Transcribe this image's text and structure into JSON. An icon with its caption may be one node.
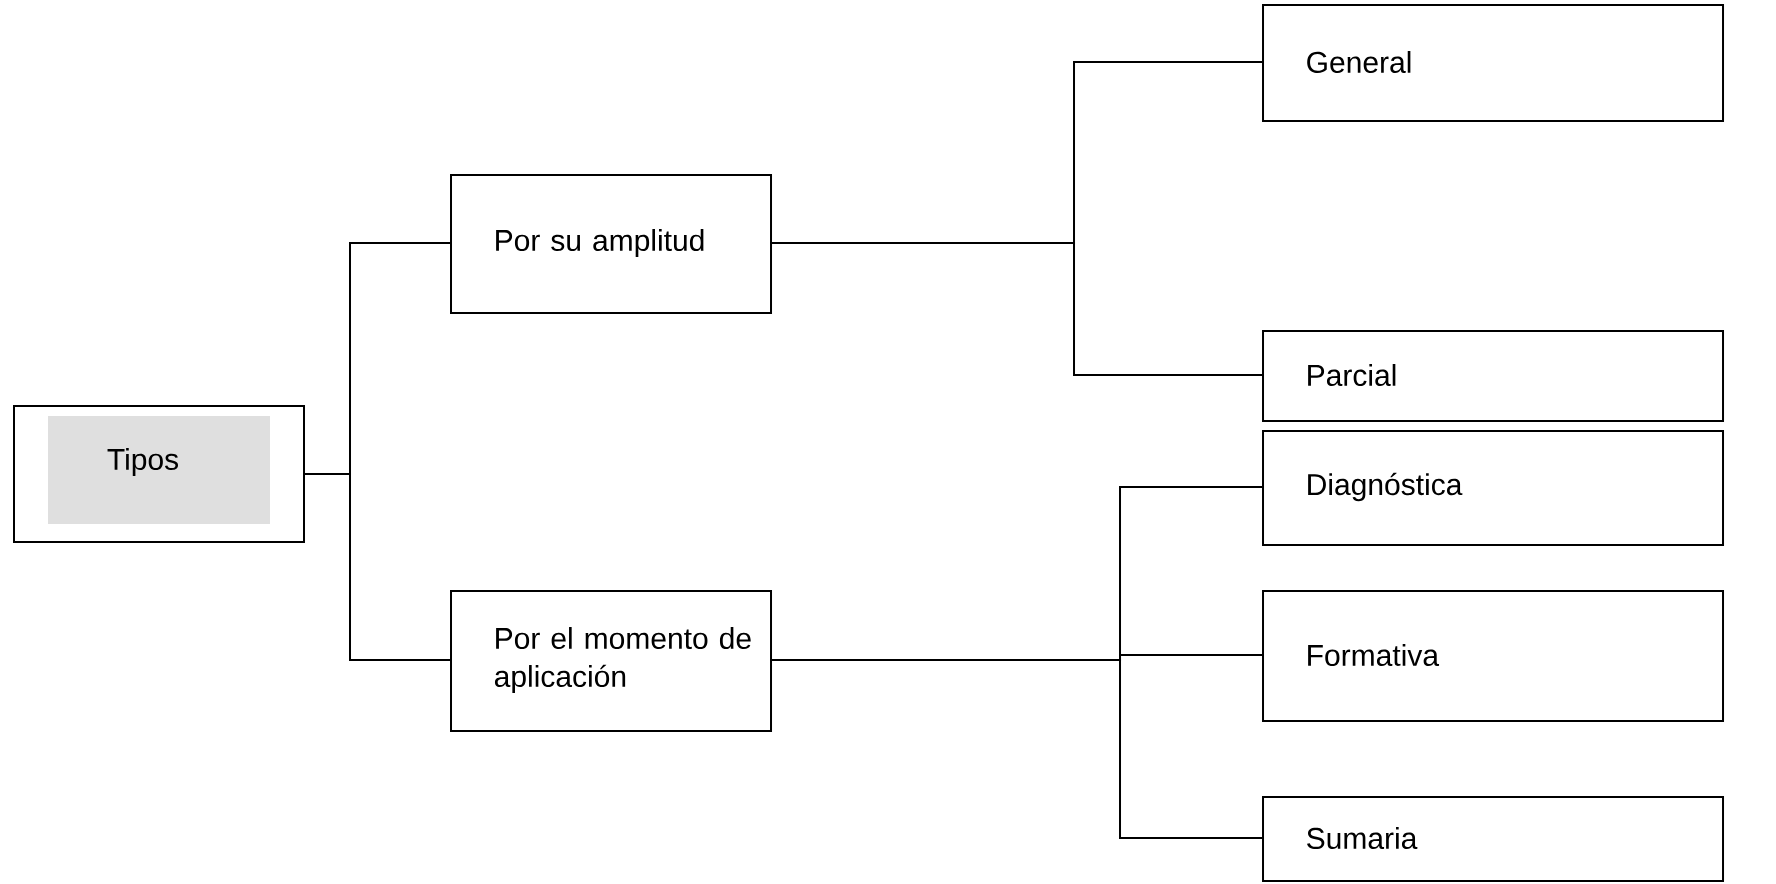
{
  "diagram": {
    "nodes": [
      {
        "text": [
          "Tipos"
        ]
      },
      {
        "text": [
          "Por su amplitud"
        ]
      },
      {
        "text": [
          "Por el momento de aplicación"
        ]
      },
      {
        "text": [
          "General"
        ]
      },
      {
        "text": [
          "Parcial"
        ]
      },
      {
        "text": [
          "Diagnóstica"
        ]
      },
      {
        "text": [
          "Formativa"
        ]
      },
      {
        "text": [
          "Sumaria"
        ]
      }
    ],
    "edges": [
      {
        "from": 0,
        "to": 1,
        "arrow": "none"
      },
      {
        "from": 0,
        "to": 2,
        "arrow": "none"
      },
      {
        "from": 1,
        "to": 3,
        "arrow": "none"
      },
      {
        "from": 1,
        "to": 4,
        "arrow": "none"
      },
      {
        "from": 2,
        "to": 5,
        "arrow": "none"
      },
      {
        "from": 2,
        "to": 6,
        "arrow": "none"
      },
      {
        "from": 2,
        "to": 7,
        "arrow": "none"
      }
    ]
  }
}
